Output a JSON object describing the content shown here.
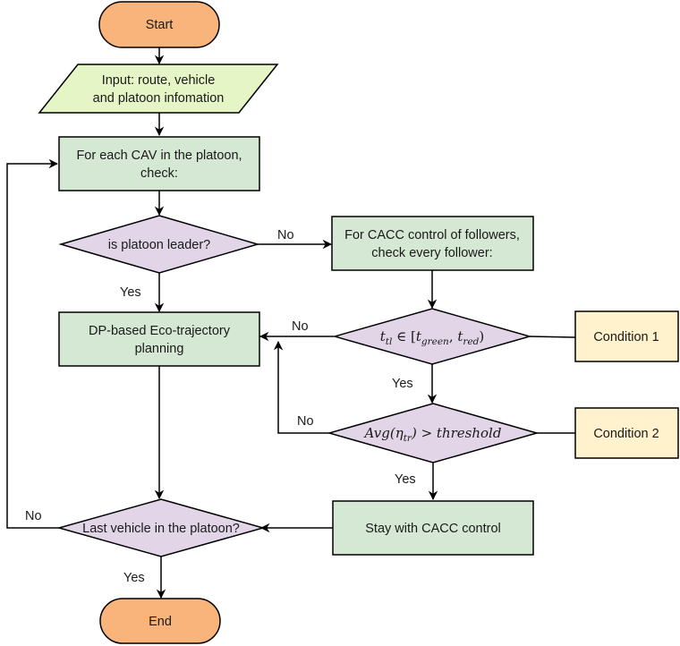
{
  "colors": {
    "terminal_fill": "#f8b47a",
    "io_fill": "#e5f5c5",
    "process_fill": "#d5e8d4",
    "decision_fill": "#e1d5e7",
    "condition_fill": "#fff2cc",
    "stroke": "#000000"
  },
  "nodes": {
    "start": {
      "label": "Start"
    },
    "input": {
      "line1": "Input: route, vehicle",
      "line2": "and platoon infomation"
    },
    "for_each": {
      "line1": "For each CAV in the platoon,",
      "line2": "check:"
    },
    "is_leader": {
      "label": "is platoon leader?"
    },
    "cacc_check": {
      "line1": "For CACC control of followers,",
      "line2": "check every follower:"
    },
    "dp_planning": {
      "line1": "DP-based Eco-trajectory",
      "line2": "planning"
    },
    "cond1_decision": {
      "var": "t",
      "var_sub": "tl",
      "relation": "∈ [",
      "a": "t",
      "a_sub": "green",
      "comma": ",",
      "b": "t",
      "b_sub": "red",
      "close": ")"
    },
    "cond2_decision": {
      "func": "Avg(",
      "var": "η",
      "var_sub": "tr",
      "rest": ") > threshold"
    },
    "condition1": {
      "label": "Condition 1"
    },
    "condition2": {
      "label": "Condition 2"
    },
    "stay_cacc": {
      "label": "Stay with CACC control"
    },
    "last_vehicle": {
      "label": "Last vehicle in the platoon?"
    },
    "end": {
      "label": "End"
    }
  },
  "edge_labels": {
    "leader_no": "No",
    "leader_yes": "Yes",
    "cond1_no": "No",
    "cond1_yes": "Yes",
    "cond2_no": "No",
    "cond2_yes": "Yes",
    "last_no": "No",
    "last_yes": "Yes"
  }
}
